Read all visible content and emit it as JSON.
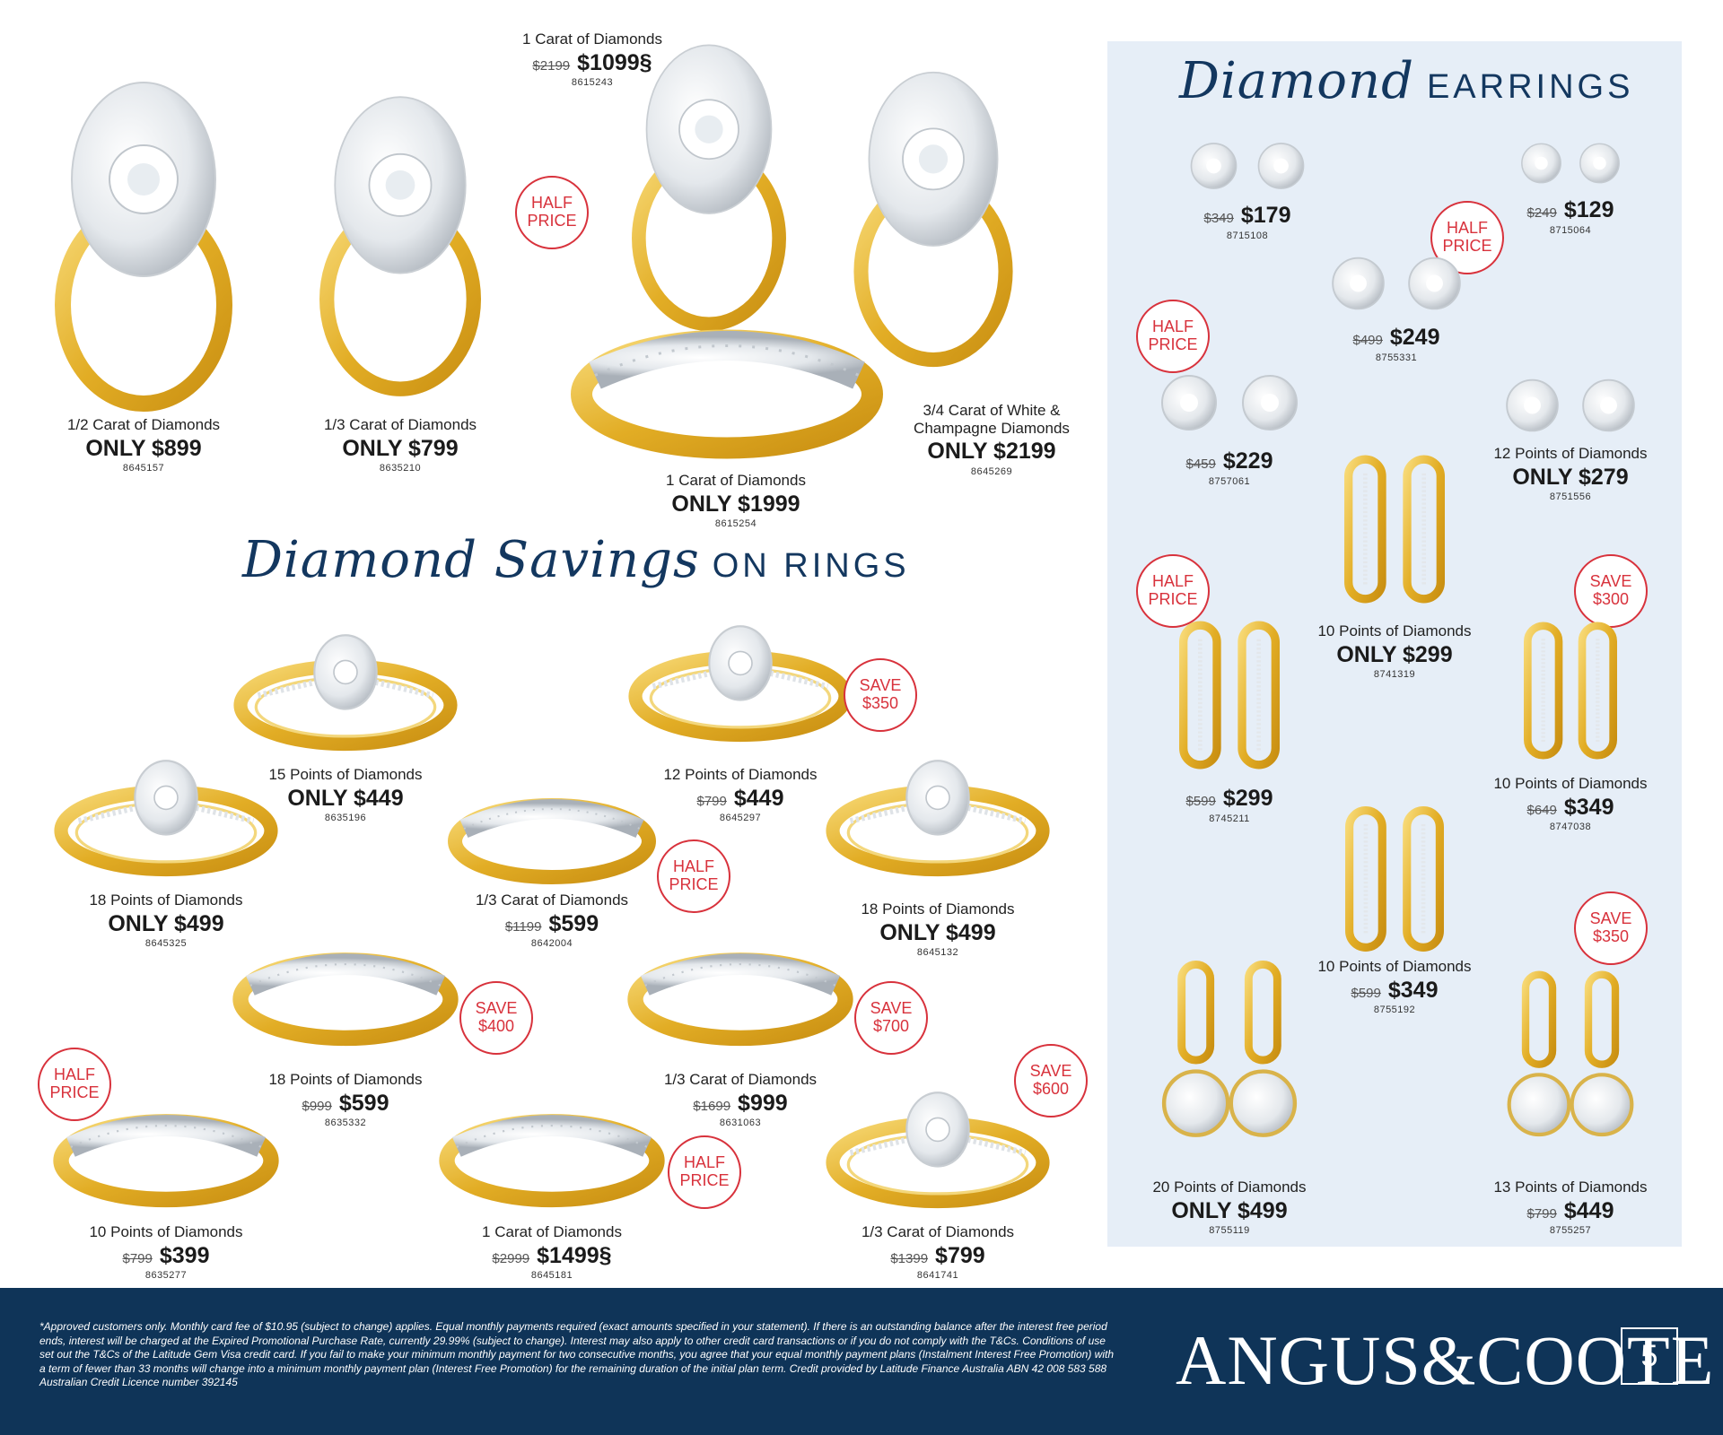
{
  "headings": {
    "rings_script": "Diamond Savings",
    "rings_caps": "ON RINGS",
    "earrings_script": "Diamond",
    "earrings_caps": "EARRINGS"
  },
  "top_rings": [
    {
      "desc": "1/2 Carat of Diamonds",
      "was": "",
      "price": "ONLY $899",
      "code": "8645157"
    },
    {
      "desc": "1/3 Carat of Diamonds",
      "was": "",
      "price": "ONLY $799",
      "code": "8635210"
    },
    {
      "desc": "1 Carat of Diamonds",
      "was": "$2199",
      "price": "$1099§",
      "code": "8615243"
    },
    {
      "desc": "1 Carat of Diamonds",
      "was": "",
      "price": "ONLY $1999",
      "code": "8615254"
    },
    {
      "desc": "3/4 Carat of White & Champagne Diamonds",
      "was": "",
      "price": "ONLY $2199",
      "code": "8645269"
    }
  ],
  "rings": [
    {
      "desc": "15 Points of Diamonds",
      "was": "",
      "price": "ONLY $449",
      "code": "8635196"
    },
    {
      "desc": "12 Points of Diamonds",
      "was": "$799",
      "price": "$449",
      "code": "8645297"
    },
    {
      "desc": "18 Points of Diamonds",
      "was": "",
      "price": "ONLY $499",
      "code": "8645325"
    },
    {
      "desc": "1/3 Carat of Diamonds",
      "was": "$1199",
      "price": "$599",
      "code": "8642004"
    },
    {
      "desc": "18 Points of Diamonds",
      "was": "",
      "price": "ONLY $499",
      "code": "8645132"
    },
    {
      "desc": "18 Points of Diamonds",
      "was": "$999",
      "price": "$599",
      "code": "8635332"
    },
    {
      "desc": "1/3 Carat of Diamonds",
      "was": "$1699",
      "price": "$999",
      "code": "8631063"
    },
    {
      "desc": "10 Points of Diamonds",
      "was": "$799",
      "price": "$399",
      "code": "8635277"
    },
    {
      "desc": "1 Carat of Diamonds",
      "was": "$2999",
      "price": "$1499§",
      "code": "8645181"
    },
    {
      "desc": "1/3 Carat of Diamonds",
      "was": "$1399",
      "price": "$799",
      "code": "8641741"
    }
  ],
  "earrings": [
    {
      "desc": "",
      "was": "$349",
      "price": "$179",
      "code": "8715108"
    },
    {
      "desc": "",
      "was": "$249",
      "price": "$129",
      "code": "8715064"
    },
    {
      "desc": "",
      "was": "$499",
      "price": "$249",
      "code": "8755331"
    },
    {
      "desc": "",
      "was": "$459",
      "price": "$229",
      "code": "8757061"
    },
    {
      "desc": "12 Points of Diamonds",
      "was": "",
      "price": "ONLY $279",
      "code": "8751556"
    },
    {
      "desc": "10 Points of Diamonds",
      "was": "",
      "price": "ONLY $299",
      "code": "8741319"
    },
    {
      "desc": "",
      "was": "$599",
      "price": "$299",
      "code": "8745211"
    },
    {
      "desc": "10 Points of Diamonds",
      "was": "$649",
      "price": "$349",
      "code": "8747038"
    },
    {
      "desc": "10 Points of Diamonds",
      "was": "$599",
      "price": "$349",
      "code": "8755192"
    },
    {
      "desc": "20 Points of Diamonds",
      "was": "",
      "price": "ONLY $499",
      "code": "8755119"
    },
    {
      "desc": "13 Points of Diamonds",
      "was": "$799",
      "price": "$449",
      "code": "8755257"
    }
  ],
  "badges": {
    "half": [
      "HALF",
      "PRICE"
    ],
    "save350": [
      "SAVE",
      "$350"
    ],
    "save400": [
      "SAVE",
      "$400"
    ],
    "save700": [
      "SAVE",
      "$700"
    ],
    "save600": [
      "SAVE",
      "$600"
    ],
    "save300": [
      "SAVE",
      "$300"
    ]
  },
  "footer": {
    "terms": "*Approved customers only. Monthly card fee of $10.95 (subject to change) applies. Equal monthly payments required (exact amounts specified in your statement). If there is an outstanding balance after the interest free period ends, interest will be charged at the Expired Promotional Purchase Rate, currently 29.99% (subject to change). Interest may also apply to other credit card transactions or if you do not comply with the T&Cs. Conditions of use set out the T&Cs of the Latitude Gem Visa credit card. If you fail to make your minimum monthly payment for two consecutive months, you agree that your equal monthly payment plans (Instalment Interest Free Promotion) with a term of fewer than 33 months will change into a minimum monthly payment plan (Interest Free Promotion) for the remaining duration of the initial plan term. Credit provided by Latitude Finance Australia ABN 42 008 583 588 Australian Credit Licence number 392145",
    "logo": "ANGUS&COOTE",
    "page_number": "5"
  },
  "colors": {
    "navy": "#13375f",
    "footer_bg": "#0f3458",
    "panel_bg": "#e6eef7",
    "badge_red": "#d8323c",
    "gold": "#e8b92f",
    "diamond": "#eef1f4"
  }
}
